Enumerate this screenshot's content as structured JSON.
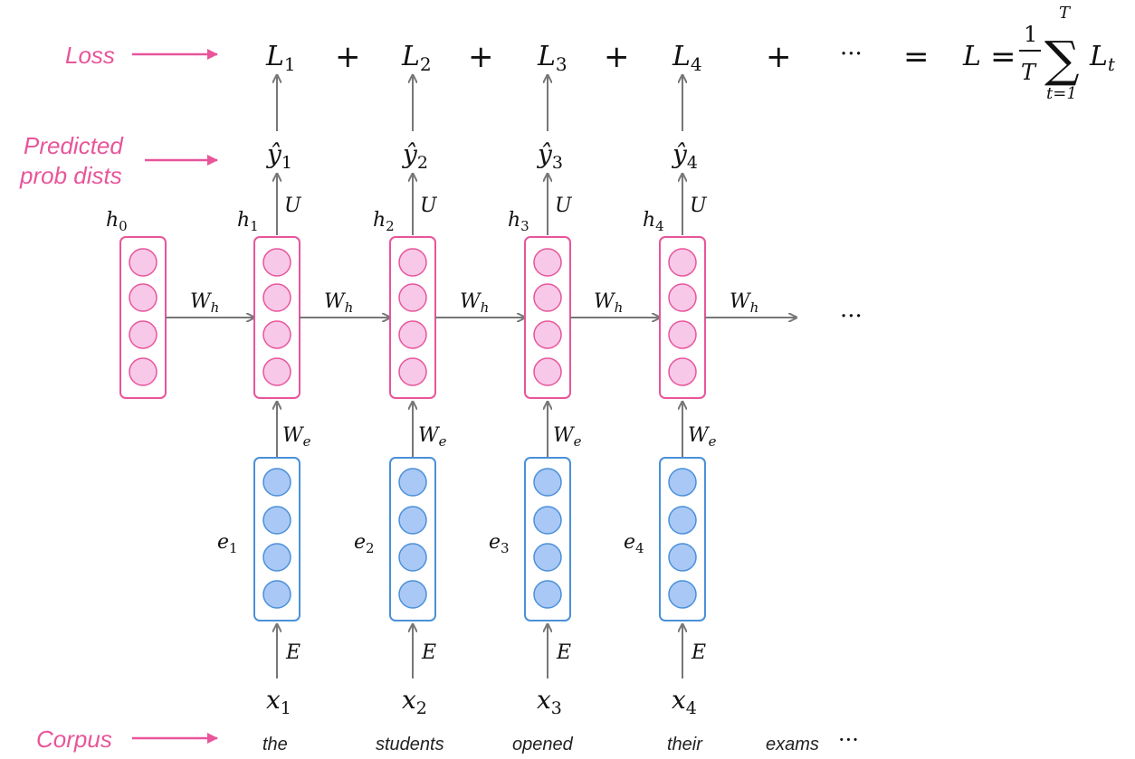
{
  "labels": {
    "loss": "Loss",
    "predicted_line1": "Predicted",
    "predicted_line2": "prob dists",
    "corpus": "Corpus"
  },
  "h0": "h",
  "h0_sub": "0",
  "timesteps": [
    {
      "loss": "L",
      "loss_sub": "1",
      "yhat": "ŷ",
      "yhat_sub": "1",
      "U": "U",
      "h": "h",
      "h_sub": "1",
      "Wh": "W",
      "Wh_sub": "h",
      "We": "W",
      "We_sub": "e",
      "e": "e",
      "e_sub": "1",
      "E": "E",
      "x": "x",
      "x_sub": "1",
      "word": "the"
    },
    {
      "loss": "L",
      "loss_sub": "2",
      "yhat": "ŷ",
      "yhat_sub": "2",
      "U": "U",
      "h": "h",
      "h_sub": "2",
      "Wh": "W",
      "Wh_sub": "h",
      "We": "W",
      "We_sub": "e",
      "e": "e",
      "e_sub": "2",
      "E": "E",
      "x": "x",
      "x_sub": "2",
      "word": "students"
    },
    {
      "loss": "L",
      "loss_sub": "3",
      "yhat": "ŷ",
      "yhat_sub": "3",
      "U": "U",
      "h": "h",
      "h_sub": "3",
      "Wh": "W",
      "Wh_sub": "h",
      "We": "W",
      "We_sub": "e",
      "e": "e",
      "e_sub": "3",
      "E": "E",
      "x": "x",
      "x_sub": "3",
      "word": "opened"
    },
    {
      "loss": "L",
      "loss_sub": "4",
      "yhat": "ŷ",
      "yhat_sub": "4",
      "U": "U",
      "h": "h",
      "h_sub": "4",
      "Wh": "W",
      "Wh_sub": "h",
      "We": "W",
      "We_sub": "e",
      "e": "e",
      "e_sub": "4",
      "E": "E",
      "x": "x",
      "x_sub": "4",
      "word": "their"
    }
  ],
  "final_wh": "W",
  "final_wh_sub": "h",
  "plus": "+",
  "ellipsis": "···",
  "equals": "=",
  "extra_word": "exams",
  "formula": {
    "lhs": "L",
    "eq": "=",
    "num": "1",
    "den": "T",
    "sigma": "∑",
    "upper": "T",
    "lower": "t=1",
    "term": "L",
    "term_sub": "t"
  },
  "colors": {
    "pink": "#e8559a",
    "pink_fill": "#f8c8e8",
    "blue": "#4a90d9",
    "blue_fill": "#a9c8f5",
    "arrow": "#777777"
  }
}
